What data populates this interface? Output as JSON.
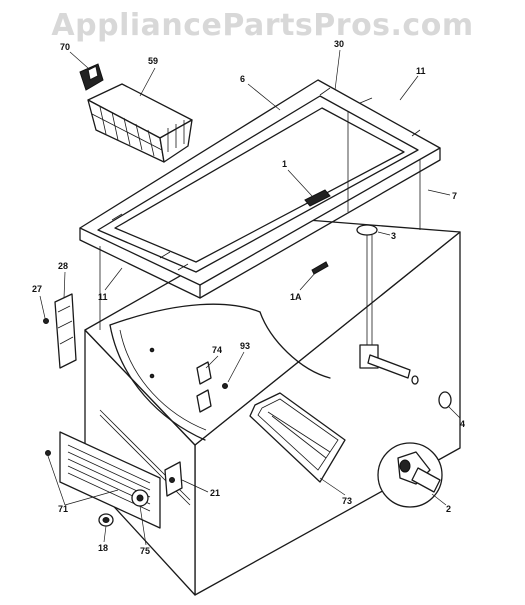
{
  "watermark": "AppliancePartsPros.com",
  "diagram": {
    "callouts": {
      "c70": "70",
      "c59": "59",
      "c30": "30",
      "c6": "6",
      "c11a": "11",
      "c1": "1",
      "c7": "7",
      "c3": "3",
      "c28": "28",
      "c27": "27",
      "c11b": "11",
      "c1A": "1A",
      "c74": "74",
      "c93": "93",
      "c4": "4",
      "c73": "73",
      "c21": "21",
      "c2": "2",
      "c71": "71",
      "c18": "18",
      "c75": "75"
    }
  }
}
